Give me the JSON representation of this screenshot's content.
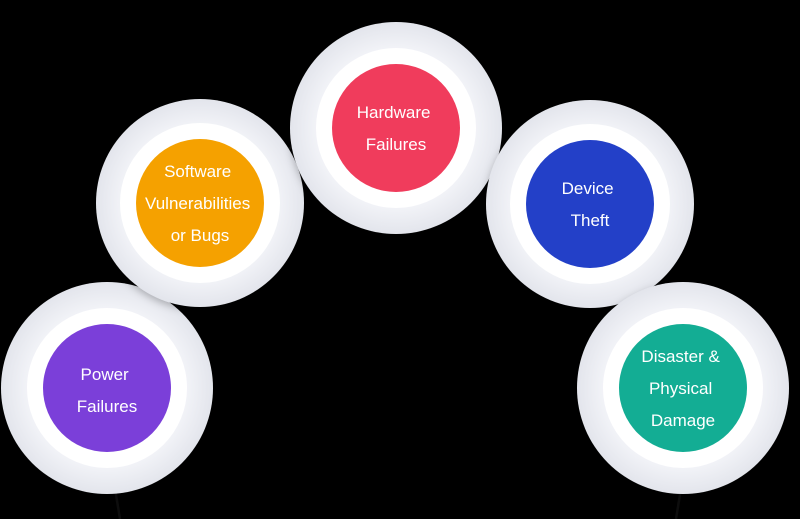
{
  "nodes": [
    {
      "id": "power",
      "lines": [
        "Power",
        "Failures"
      ],
      "color": "#7b3fd9"
    },
    {
      "id": "software",
      "lines": [
        "Software",
        "Vulnerabilities",
        "or Bugs"
      ],
      "color": "#f5a100"
    },
    {
      "id": "hardware",
      "lines": [
        "Hardware",
        "Failures"
      ],
      "color": "#f03c5c"
    },
    {
      "id": "device",
      "lines": [
        "Device",
        "Theft"
      ],
      "color": "#2340c8"
    },
    {
      "id": "disaster",
      "lines": [
        "Disaster &",
        "Physical",
        "Damage"
      ],
      "color": "#13ad94"
    }
  ]
}
